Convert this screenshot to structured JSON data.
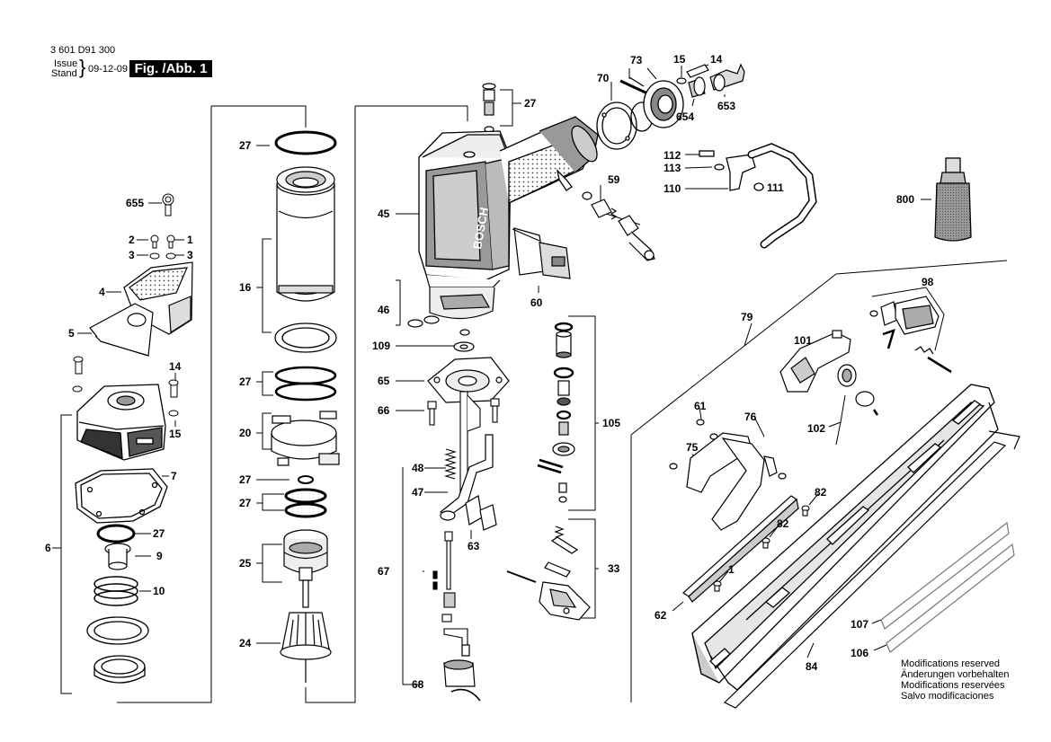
{
  "header": {
    "doc_number": "3 601 D91 300",
    "issue_label": "Issue",
    "stand_label": "Stand",
    "date": "09-12-09",
    "figure_label": "Fig. /Abb. 1"
  },
  "callouts": {
    "c655": "655",
    "c2": "2",
    "c1a": "1",
    "c3a": "3",
    "c3b": "3",
    "c4": "4",
    "c5": "5",
    "c14a": "14",
    "c15a": "15",
    "c7": "7",
    "c6": "6",
    "c27a": "27",
    "c9": "9",
    "c10": "10",
    "c27b": "27",
    "c16": "16",
    "c27c": "27",
    "c20": "20",
    "c27d": "27",
    "c27e": "27",
    "c25": "25",
    "c24": "24",
    "c27f": "27",
    "c45": "45",
    "c46": "46",
    "c109": "109",
    "c65": "65",
    "c66": "66",
    "c48": "48",
    "c47": "47",
    "c63": "63",
    "c67": "67",
    "c68": "68",
    "c60": "60",
    "c59": "59",
    "c105": "105",
    "c33": "33",
    "c70": "70",
    "c73": "73",
    "c15b": "15",
    "c14b": "14",
    "c654": "654",
    "c653": "653",
    "c112": "112",
    "c113": "113",
    "c110": "110",
    "c111": "111",
    "c800": "800",
    "c79": "79",
    "c98": "98",
    "c101": "101",
    "c102": "102",
    "c61": "61",
    "c76": "76",
    "c75": "75",
    "c82a": "82",
    "c82b": "82",
    "c1b": "1",
    "c62": "62",
    "c107": "107",
    "c106": "106",
    "c84": "84"
  },
  "modifications": [
    "Modifications reserved",
    "Änderungen vorbehalten",
    "Modifications reservées",
    "Salvo modificaciones"
  ]
}
